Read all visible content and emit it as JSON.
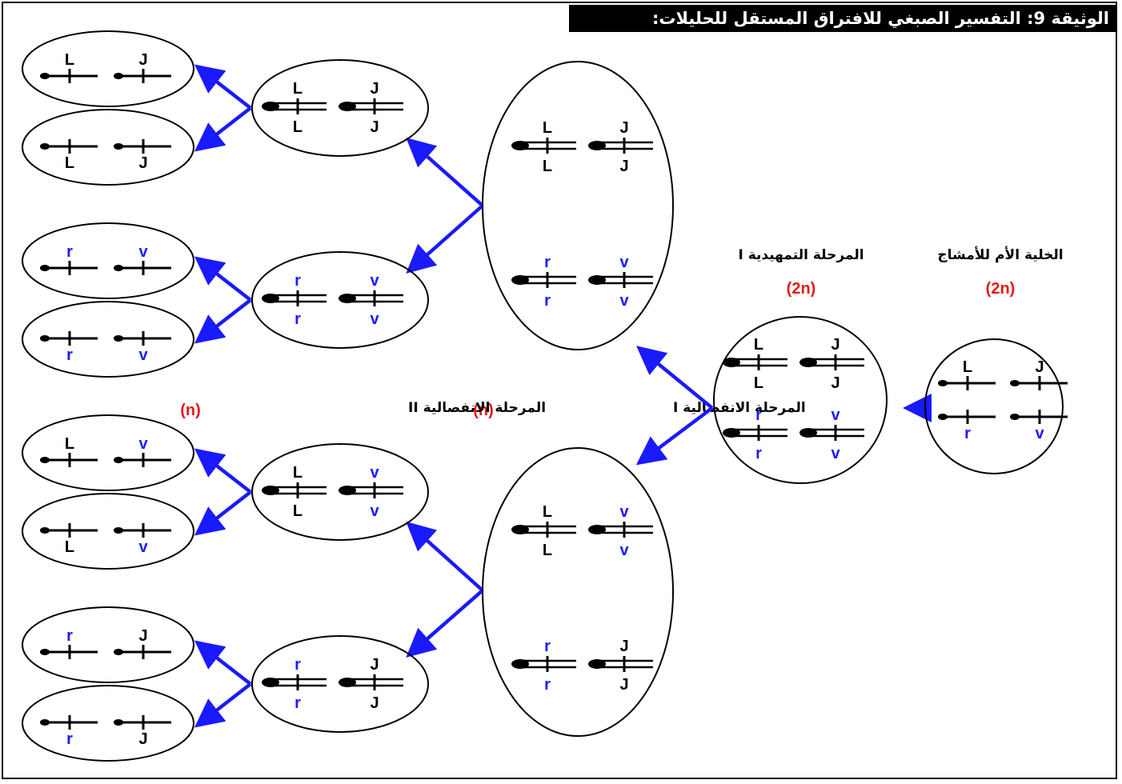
{
  "title": "الوثيقة 9: التفسير الصبغي للافتراق المستقل للحليلات:",
  "stages": {
    "mother_cell": {
      "label": "الخلية الأم للأمشاج",
      "ploidy": "(2n)"
    },
    "prophase1": {
      "label": "المرحلة التمهيدية I",
      "ploidy": "(2n)"
    },
    "anaphase1": {
      "label": "المرحلة الانفصالية I",
      "ploidy": "(n)"
    },
    "anaphase2": {
      "label": "المرحلة الانفصالية II",
      "ploidy": "(n)"
    }
  },
  "alleles": {
    "L": "L",
    "J": "J",
    "r": "r",
    "v": "v"
  },
  "colors": {
    "arrow": "#1a1aff",
    "ploidy": "#e31a1a",
    "dominant_allele": "#000000",
    "recessive_allele": "#1a1aff",
    "chromosome": "#000000"
  }
}
